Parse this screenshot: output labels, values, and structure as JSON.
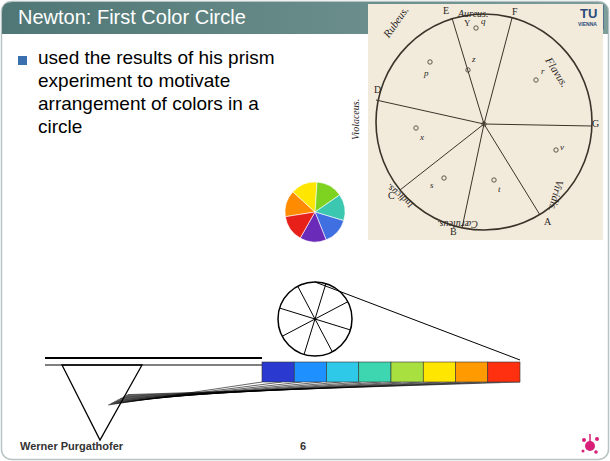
{
  "diagram": {
    "title": "Newton: First Color Circle",
    "labels": [
      "used the results of his prism experiment to motivate arrangement of colors in a circle",
      "TU",
      "VIENNA",
      "Werner Purgathofer",
      "6",
      "Rubeus.",
      "E",
      "Aureus.",
      "F",
      "Flavus.",
      "G",
      "Viridis.",
      "A",
      "Cæruleus.",
      "B",
      "Indicus.",
      "C",
      "Violaceus.",
      "D",
      "Y",
      "q",
      "z",
      "p",
      "r",
      "x",
      "v",
      "t",
      "s"
    ]
  }
}
